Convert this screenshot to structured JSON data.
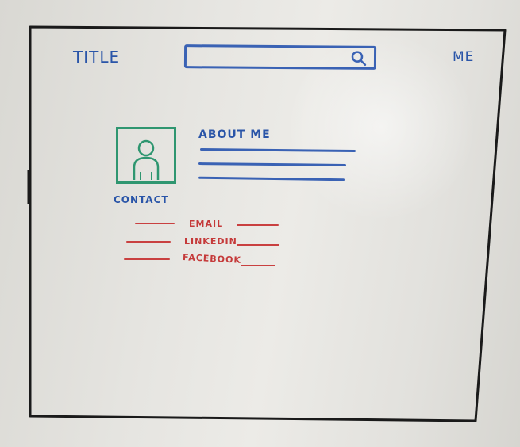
{
  "header": {
    "title": "TITLE",
    "search": {
      "placeholder": "",
      "icon": "search-icon"
    },
    "user_label": "ME"
  },
  "profile": {
    "avatar_icon": "person-icon",
    "contact_label": "CONTACT"
  },
  "about": {
    "heading": "ABOUT ME"
  },
  "contact_links": [
    {
      "label": "EMAIL"
    },
    {
      "label": "LINKEDIN"
    },
    {
      "label": "FACEBOOK"
    }
  ],
  "colors": {
    "blue_marker": "#2a55a8",
    "green_marker": "#2f9670",
    "red_marker": "#c53a3a",
    "black_marker": "#1a1a1a"
  }
}
